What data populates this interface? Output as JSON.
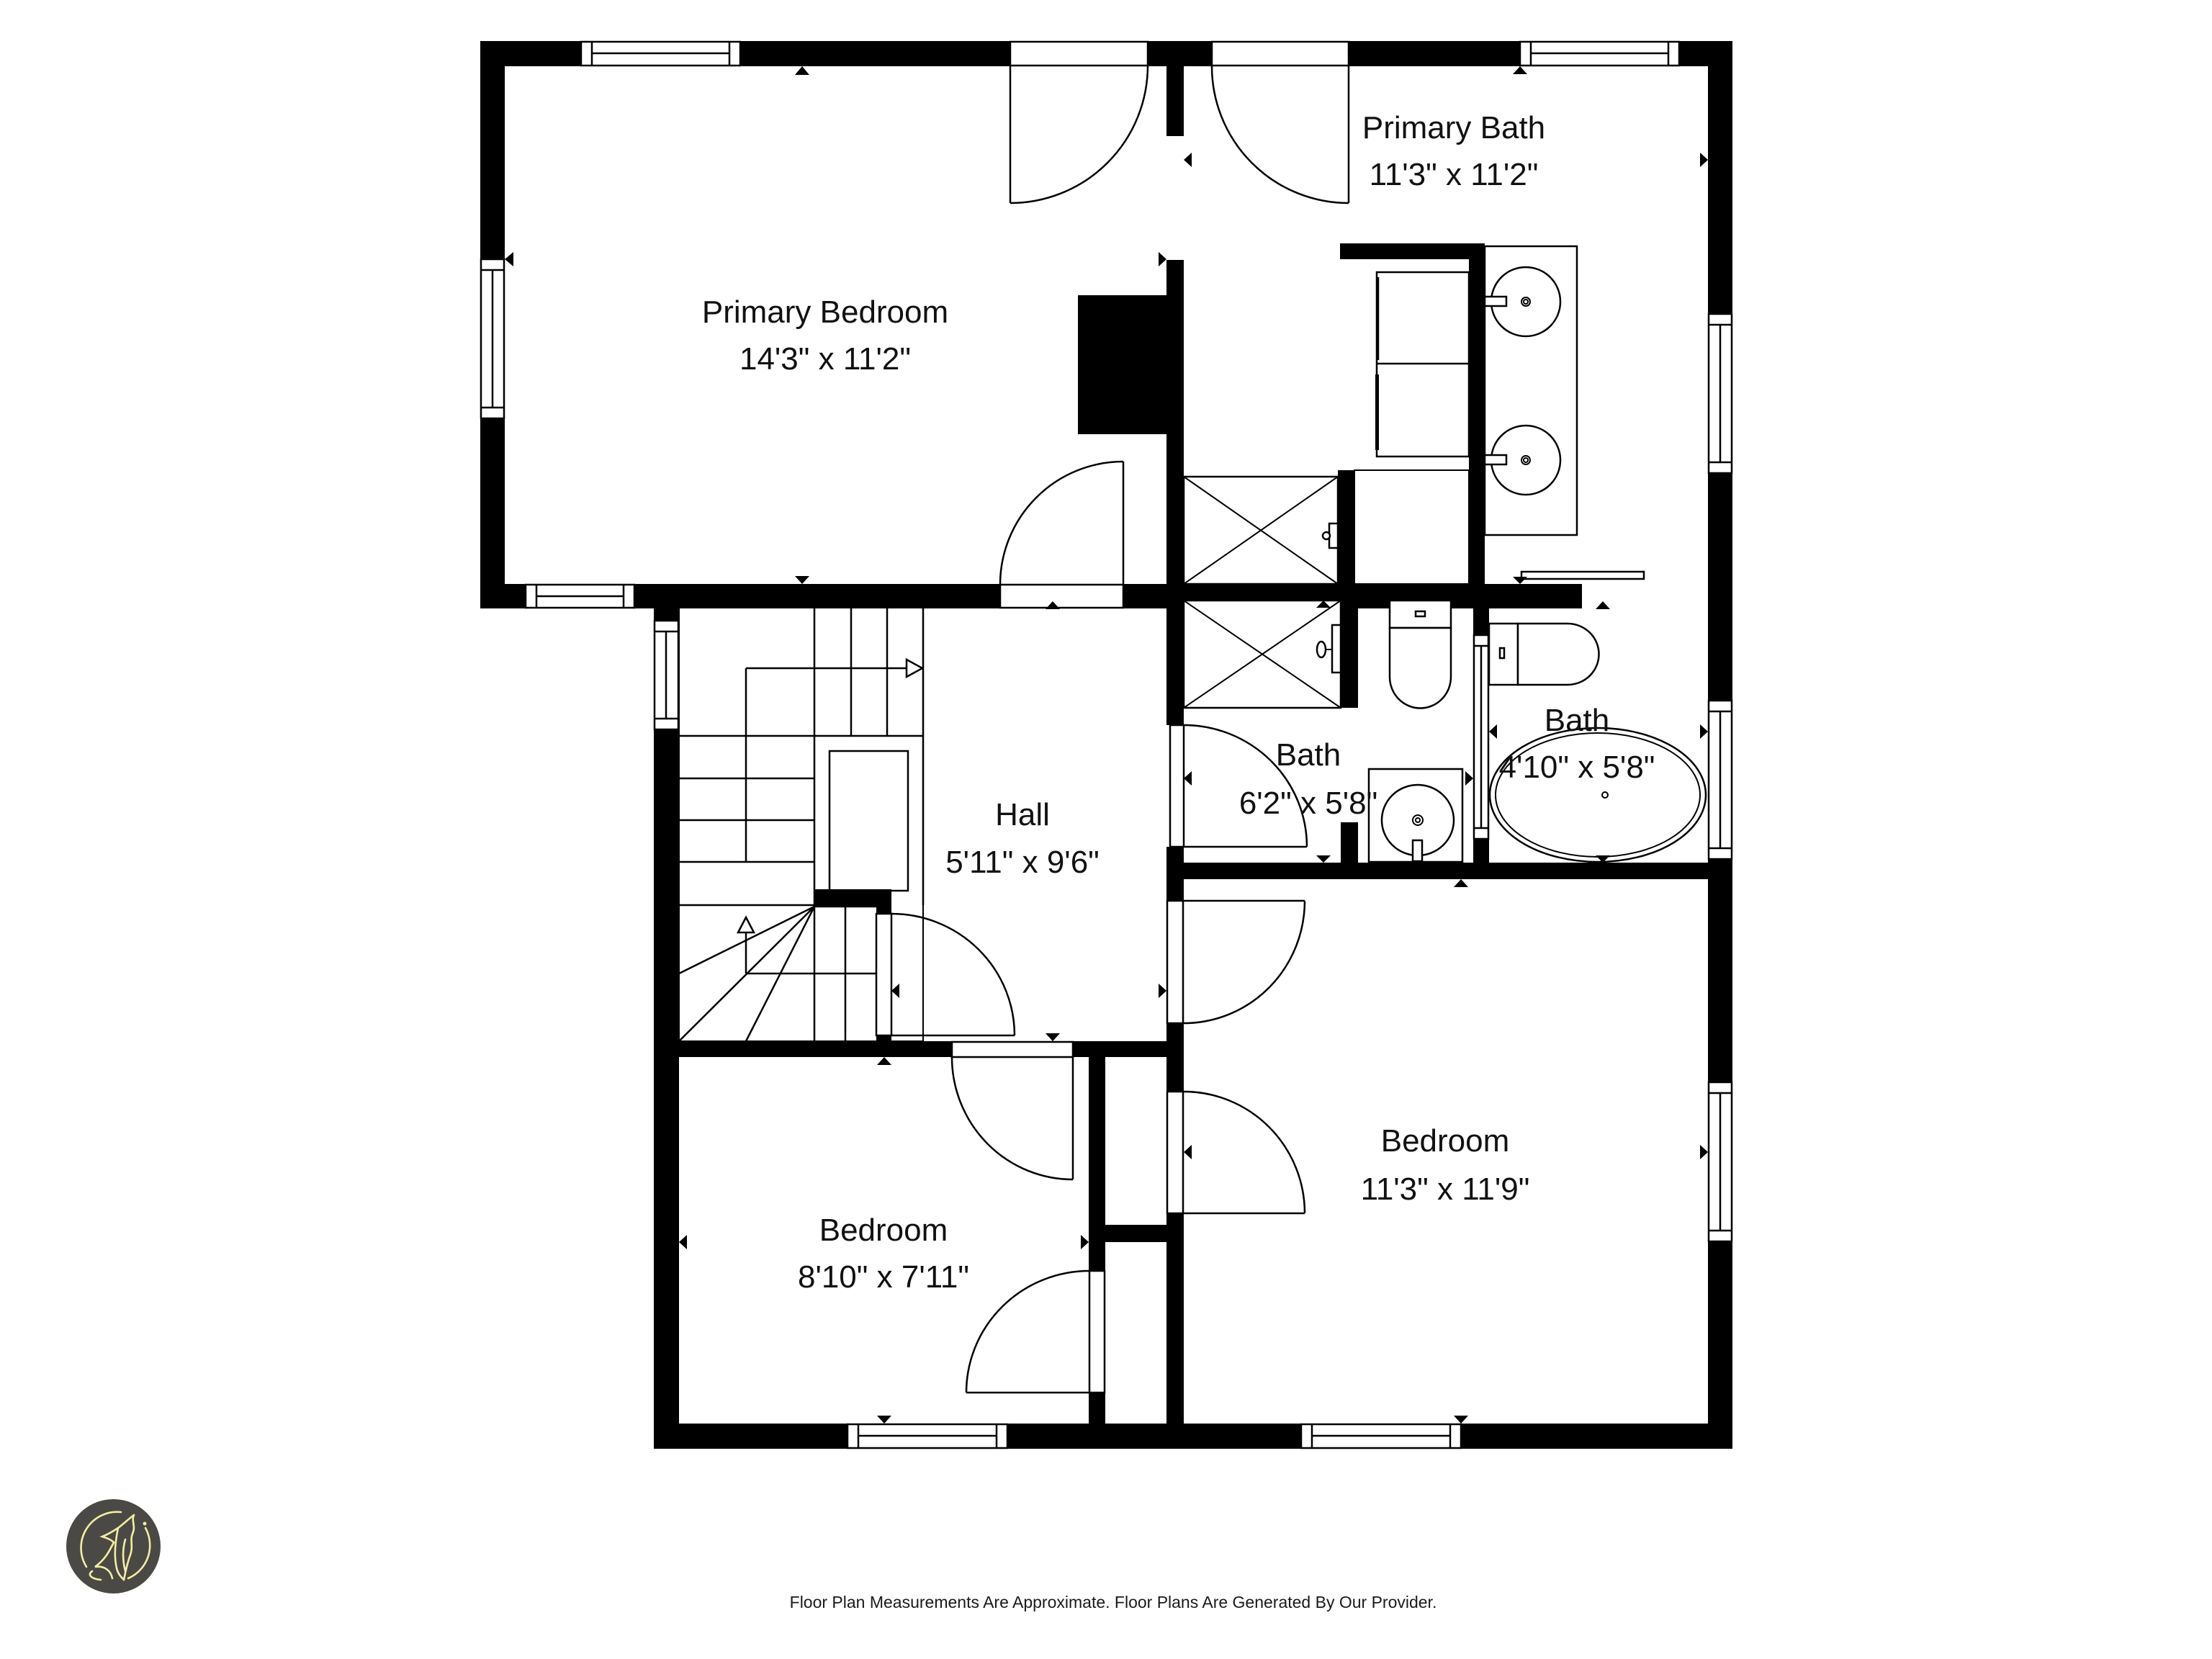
{
  "colors": {
    "wall": "#000000",
    "background": "#ffffff",
    "logo_bg": "#4a4946",
    "logo_fg": "#f3eea0"
  },
  "rooms": [
    {
      "name": "Primary Bedroom",
      "dimensions": "14'3\" x 11'2\""
    },
    {
      "name": "Primary Bath",
      "dimensions": "11'3\" x 11'2\""
    },
    {
      "name": "Hall",
      "dimensions": "5'11\" x 9'6\""
    },
    {
      "name": "Bath",
      "dimensions": "6'2\" x 5'8\""
    },
    {
      "name": "Bath",
      "dimensions": "4'10\" x 5'8\""
    },
    {
      "name": "Bedroom",
      "dimensions": "8'10\" x 7'11\""
    },
    {
      "name": "Bedroom",
      "dimensions": "11'3\" x 11'9\""
    }
  ],
  "footer": {
    "disclaimer": "Floor Plan Measurements Are Approximate. Floor Plans Are Generated By Our Provider."
  },
  "logo": {
    "icon": "howling-wolf-icon"
  }
}
